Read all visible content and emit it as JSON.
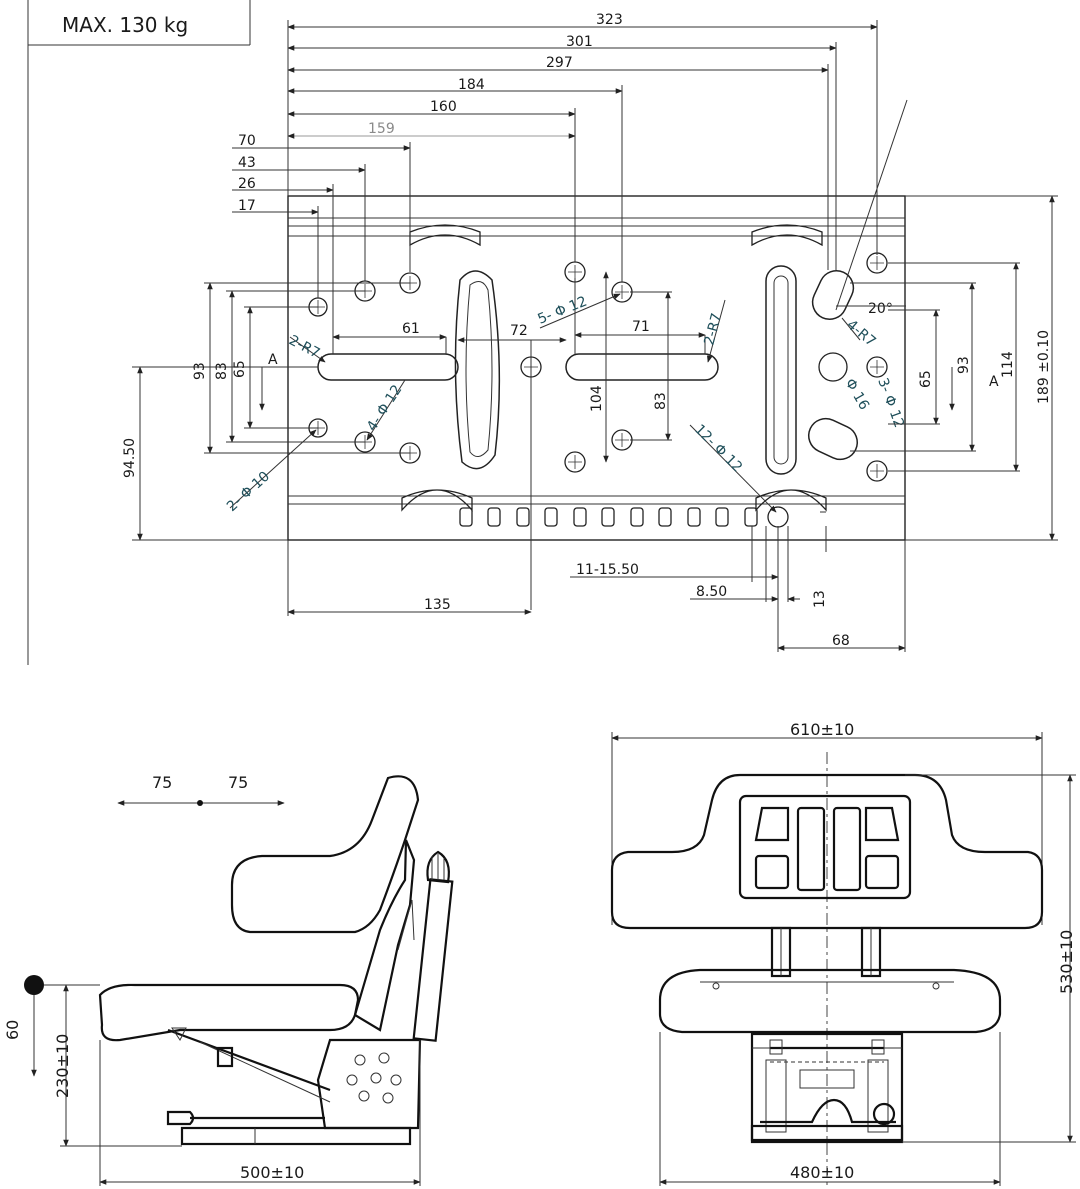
{
  "header": {
    "max_load": "MAX. 130 kg"
  },
  "top_view": {
    "labels": {
      "d323": "323",
      "d301": "301",
      "d297": "297",
      "d184": "184",
      "d160": "160",
      "d159": "159",
      "d70": "70",
      "d43": "43",
      "d26": "26",
      "d17": "17",
      "d61": "61",
      "d72": "72",
      "d71": "71",
      "d2r7a": "2-R7",
      "d2r7b": "2-R7",
      "d5phi12": "5- Φ 12",
      "d4phi12": "4- Φ 12",
      "d2phi10": "2- Φ 10",
      "d12phi12": "12- Φ 12",
      "d4r7": "4-R7",
      "d20deg": "20°",
      "d16": "Φ 16",
      "d3phi": "3- Φ 12",
      "d93l": "93",
      "d83l": "83",
      "d65l": "65",
      "d9450": "94.50",
      "d104": "104",
      "d83m": "83",
      "d65r": "65",
      "d93r": "93",
      "d114": "114",
      "d189": "189 ±0.10",
      "d135": "135",
      "d1115": "11-15.50",
      "d850": "8.50",
      "d13": "13",
      "d68": "68",
      "sectionA_left": "A",
      "sectionA_right": "A"
    }
  },
  "side_view": {
    "labels": {
      "d75a": "75",
      "d75b": "75",
      "d60": "60",
      "d230": "230±10",
      "d500": "500±10"
    }
  },
  "front_view": {
    "labels": {
      "d610": "610±10",
      "d530": "530±10",
      "d480": "480±10"
    }
  }
}
